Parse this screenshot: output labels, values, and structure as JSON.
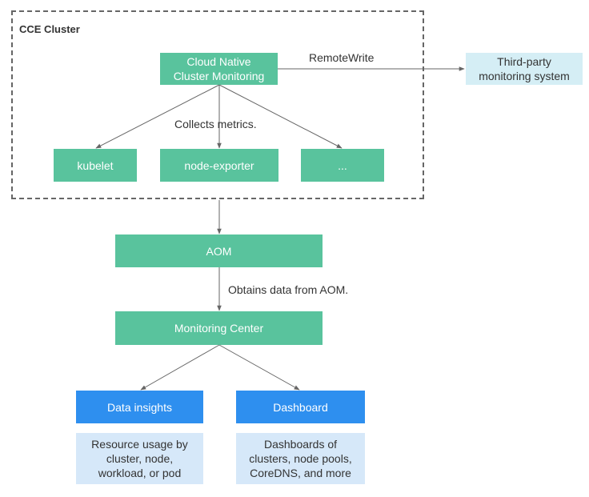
{
  "cluster": {
    "title": "CCE Cluster"
  },
  "nodes": {
    "cloud_native": {
      "line1": "Cloud Native",
      "line2": "Cluster Monitoring"
    },
    "kubelet": "kubelet",
    "node_exporter": "node-exporter",
    "more": "...",
    "third_party": {
      "line1": "Third-party",
      "line2": "monitoring system"
    },
    "aom": "AOM",
    "monitoring_center": "Monitoring Center",
    "data_insights": "Data insights",
    "dashboard": "Dashboard",
    "data_insights_desc": {
      "line1": "Resource usage by",
      "line2": "cluster, node,",
      "line3": "workload, or pod"
    },
    "dashboard_desc": {
      "line1": "Dashboards of",
      "line2": "clusters, node pools,",
      "line3": "CoreDNS, and more"
    }
  },
  "edges": {
    "remote_write": "RemoteWrite",
    "collects": "Collects metrics.",
    "obtains": "Obtains data from AOM."
  },
  "colors": {
    "green": "#59c39d",
    "blue": "#2e8fef",
    "light_blue": "#d6e8f9",
    "cyan": "#d5eef5",
    "line": "#666666"
  }
}
